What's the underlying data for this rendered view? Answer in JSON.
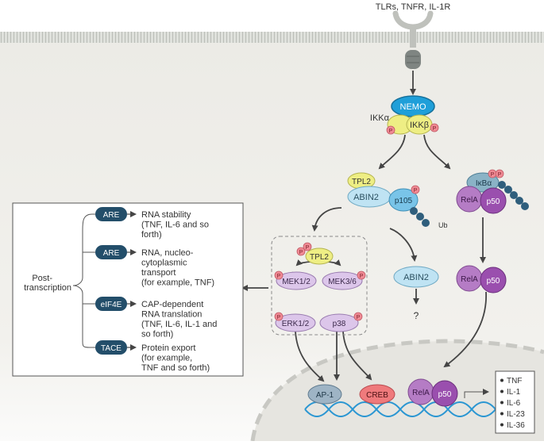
{
  "receptor": {
    "label": "TLRs, TNFR, IL-1R"
  },
  "ikk": {
    "nemo": "NEMO",
    "ikka": "IKKα",
    "ikkb": "IKKβ"
  },
  "phospho": "P",
  "tpl2_complex": {
    "tpl2": "TPL2",
    "abin2": "ABIN2",
    "p105": "p105",
    "ub": "Ub"
  },
  "nfkb_complex": {
    "ikba": "IκBα",
    "rela": "RelA",
    "p50": "p50"
  },
  "mapk": {
    "tpl2": "TPL2",
    "mek12": "MEK1/2",
    "mek36": "MEK3/6",
    "erk12": "ERK1/2",
    "p38": "p38"
  },
  "abin2_free": {
    "label": "ABIN2",
    "unknown": "?"
  },
  "nfkb_free": {
    "rela": "RelA",
    "p50": "p50"
  },
  "nucleus": {
    "ap1": "AP-1",
    "creb": "CREB",
    "rela": "RelA",
    "p50": "p50"
  },
  "genes": [
    "TNF",
    "IL-1",
    "IL-6",
    "IL-23",
    "IL-36"
  ],
  "post_transcription": {
    "label_line1": "Post-",
    "label_line2": "transcription",
    "items": [
      {
        "tag": "ARE",
        "lines": [
          "RNA stability",
          "(TNF, IL-6 and so",
          "forth)"
        ]
      },
      {
        "tag": "ARE",
        "lines": [
          "RNA, nucleo-",
          "cytoplasmic",
          "transport",
          "(for example, TNF)"
        ]
      },
      {
        "tag": "eIF4E",
        "lines": [
          "CAP-dependent",
          "RNA translation",
          "(TNF, IL-6, IL-1 and",
          "so forth)"
        ]
      },
      {
        "tag": "TACE",
        "lines": [
          "Protein export",
          "(for example,",
          "TNF and so forth)"
        ]
      }
    ]
  },
  "colors": {
    "cytoplasm": "#efefea",
    "membrane": "#c9ccc6",
    "nemo": "#1f9fd9",
    "ikk": "#eeee84",
    "phospho": "#f08a94",
    "abin2": "#bfe3f3",
    "p105": "#79c4e8",
    "ub": "#2f5e7c",
    "rela": "#b57cc5",
    "p50": "#9a4fae",
    "ikba": "#8ab3c6",
    "mek": "#dcc6ea",
    "ap1": "#9eb4c5",
    "creb": "#ef7a7c",
    "tag": "#234e6a",
    "dna": "#2a96d2"
  }
}
